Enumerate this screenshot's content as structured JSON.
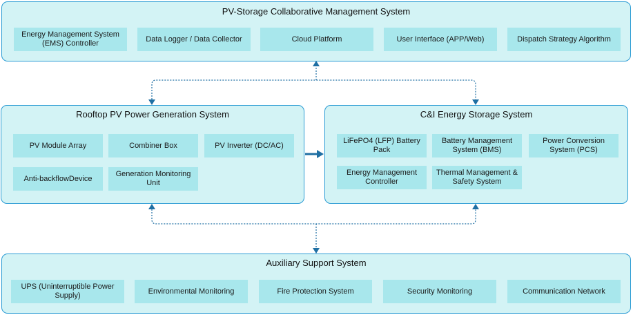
{
  "top": {
    "title": "PV-Storage Collaborative Management System",
    "items": [
      "Energy Management System (EMS) Controller",
      "Data Logger / Data Collector",
      "Cloud Platform",
      "User Interface (APP/Web)",
      "Dispatch Strategy Algorithm"
    ]
  },
  "pv": {
    "title": "Rooftop PV Power Generation System",
    "items": [
      "PV Module Array",
      "Combiner Box",
      "PV Inverter (DC/AC)",
      "Anti-backflowDevice",
      "Generation Monitoring Unit"
    ]
  },
  "storage": {
    "title": "C&I Energy Storage System",
    "items": [
      "LiFePO4 (LFP) Battery Pack",
      "Battery Management System (BMS)",
      "Power Conversion System (PCS)",
      "Energy Management Controller",
      "Thermal Management & Safety System"
    ]
  },
  "aux": {
    "title": "Auxiliary Support System",
    "items": [
      "UPS (Uninterruptible Power Supply)",
      "Environmental Monitoring",
      "Fire Protection System",
      "Security Monitoring",
      "Communication Network"
    ]
  },
  "colors": {
    "panel_fill": "#d3f3f5",
    "panel_border": "#2a9bd4",
    "box_fill": "#a8e7ec",
    "arrow": "#1f6fa3"
  }
}
